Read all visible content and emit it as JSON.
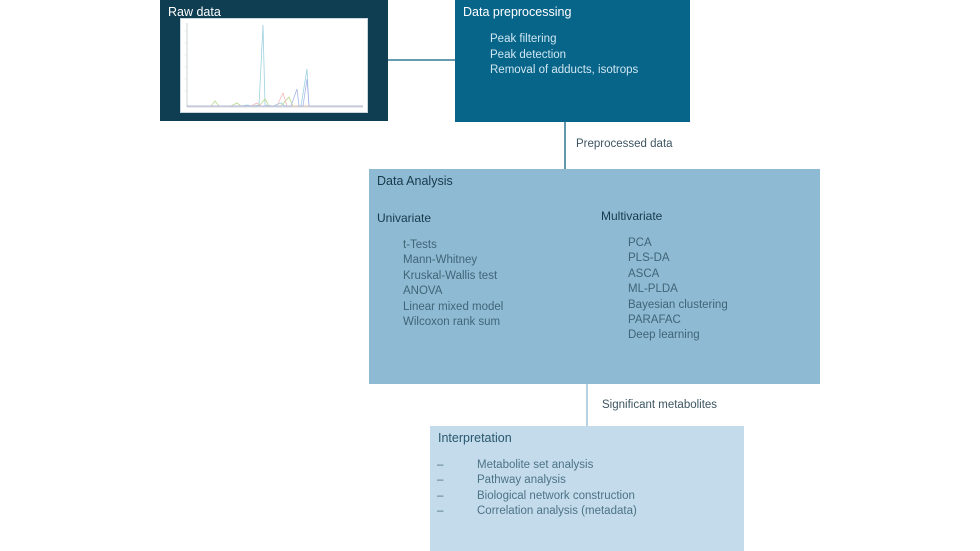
{
  "raw": {
    "title": "Raw data"
  },
  "preprocessing": {
    "title": "Data preprocessing",
    "items": [
      "Peak filtering",
      "Peak detection",
      "Removal of adducts, isotrops"
    ]
  },
  "edges": {
    "preprocessed": "Preprocessed data",
    "significant": "Significant metabolites"
  },
  "analysis": {
    "title": "Data Analysis",
    "univariate": {
      "title": "Univariate",
      "items": [
        "t-Tests",
        "Mann-Whitney",
        "Kruskal-Wallis test",
        "ANOVA",
        "Linear mixed model",
        "Wilcoxon rank sum"
      ]
    },
    "multivariate": {
      "title": "Multivariate",
      "items": [
        "PCA",
        "PLS-DA",
        "ASCA",
        "ML-PLDA",
        "Bayesian clustering",
        "PARAFAC",
        "Deep learning"
      ]
    }
  },
  "interpretation": {
    "title": "Interpretation",
    "dash": "–",
    "items": [
      "Metabolite set analysis",
      "Pathway analysis",
      "Biological network construction",
      "Correlation analysis (metadata)"
    ]
  },
  "colors": {
    "raw_box": "#0f3d52",
    "preprocessing_box": "#08658a",
    "analysis_box": "#8fbad3",
    "interpretation_box": "#c3dbea",
    "arrow_dark": "#0d5f80",
    "arrow_light": "#8fbad3"
  }
}
